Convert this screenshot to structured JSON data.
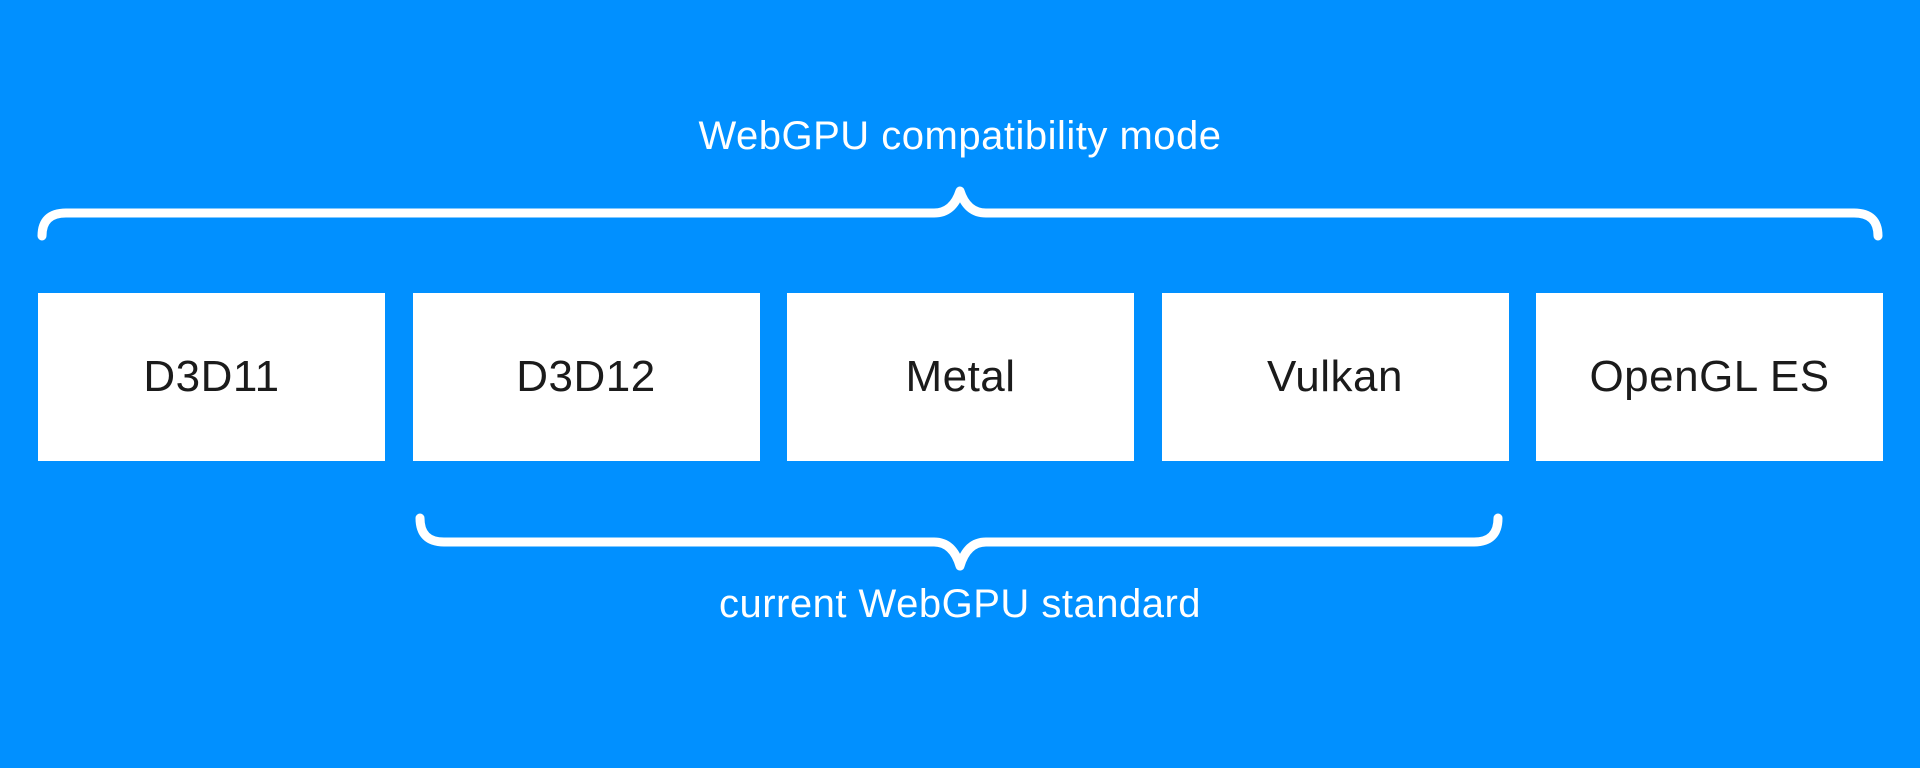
{
  "diagram": {
    "top_label": "WebGPU compatibility mode",
    "bottom_label": "current WebGPU standard",
    "apis": [
      "D3D11",
      "D3D12",
      "Metal",
      "Vulkan",
      "OpenGL ES"
    ],
    "top_brace_covers": [
      "D3D11",
      "D3D12",
      "Metal",
      "Vulkan",
      "OpenGL ES"
    ],
    "bottom_brace_covers": [
      "D3D12",
      "Metal",
      "Vulkan"
    ],
    "colors": {
      "background": "#0190ff",
      "box_fill": "#ffffff",
      "box_text": "#1b1b1b",
      "label_text": "#ffffff",
      "brace": "#ffffff"
    }
  }
}
